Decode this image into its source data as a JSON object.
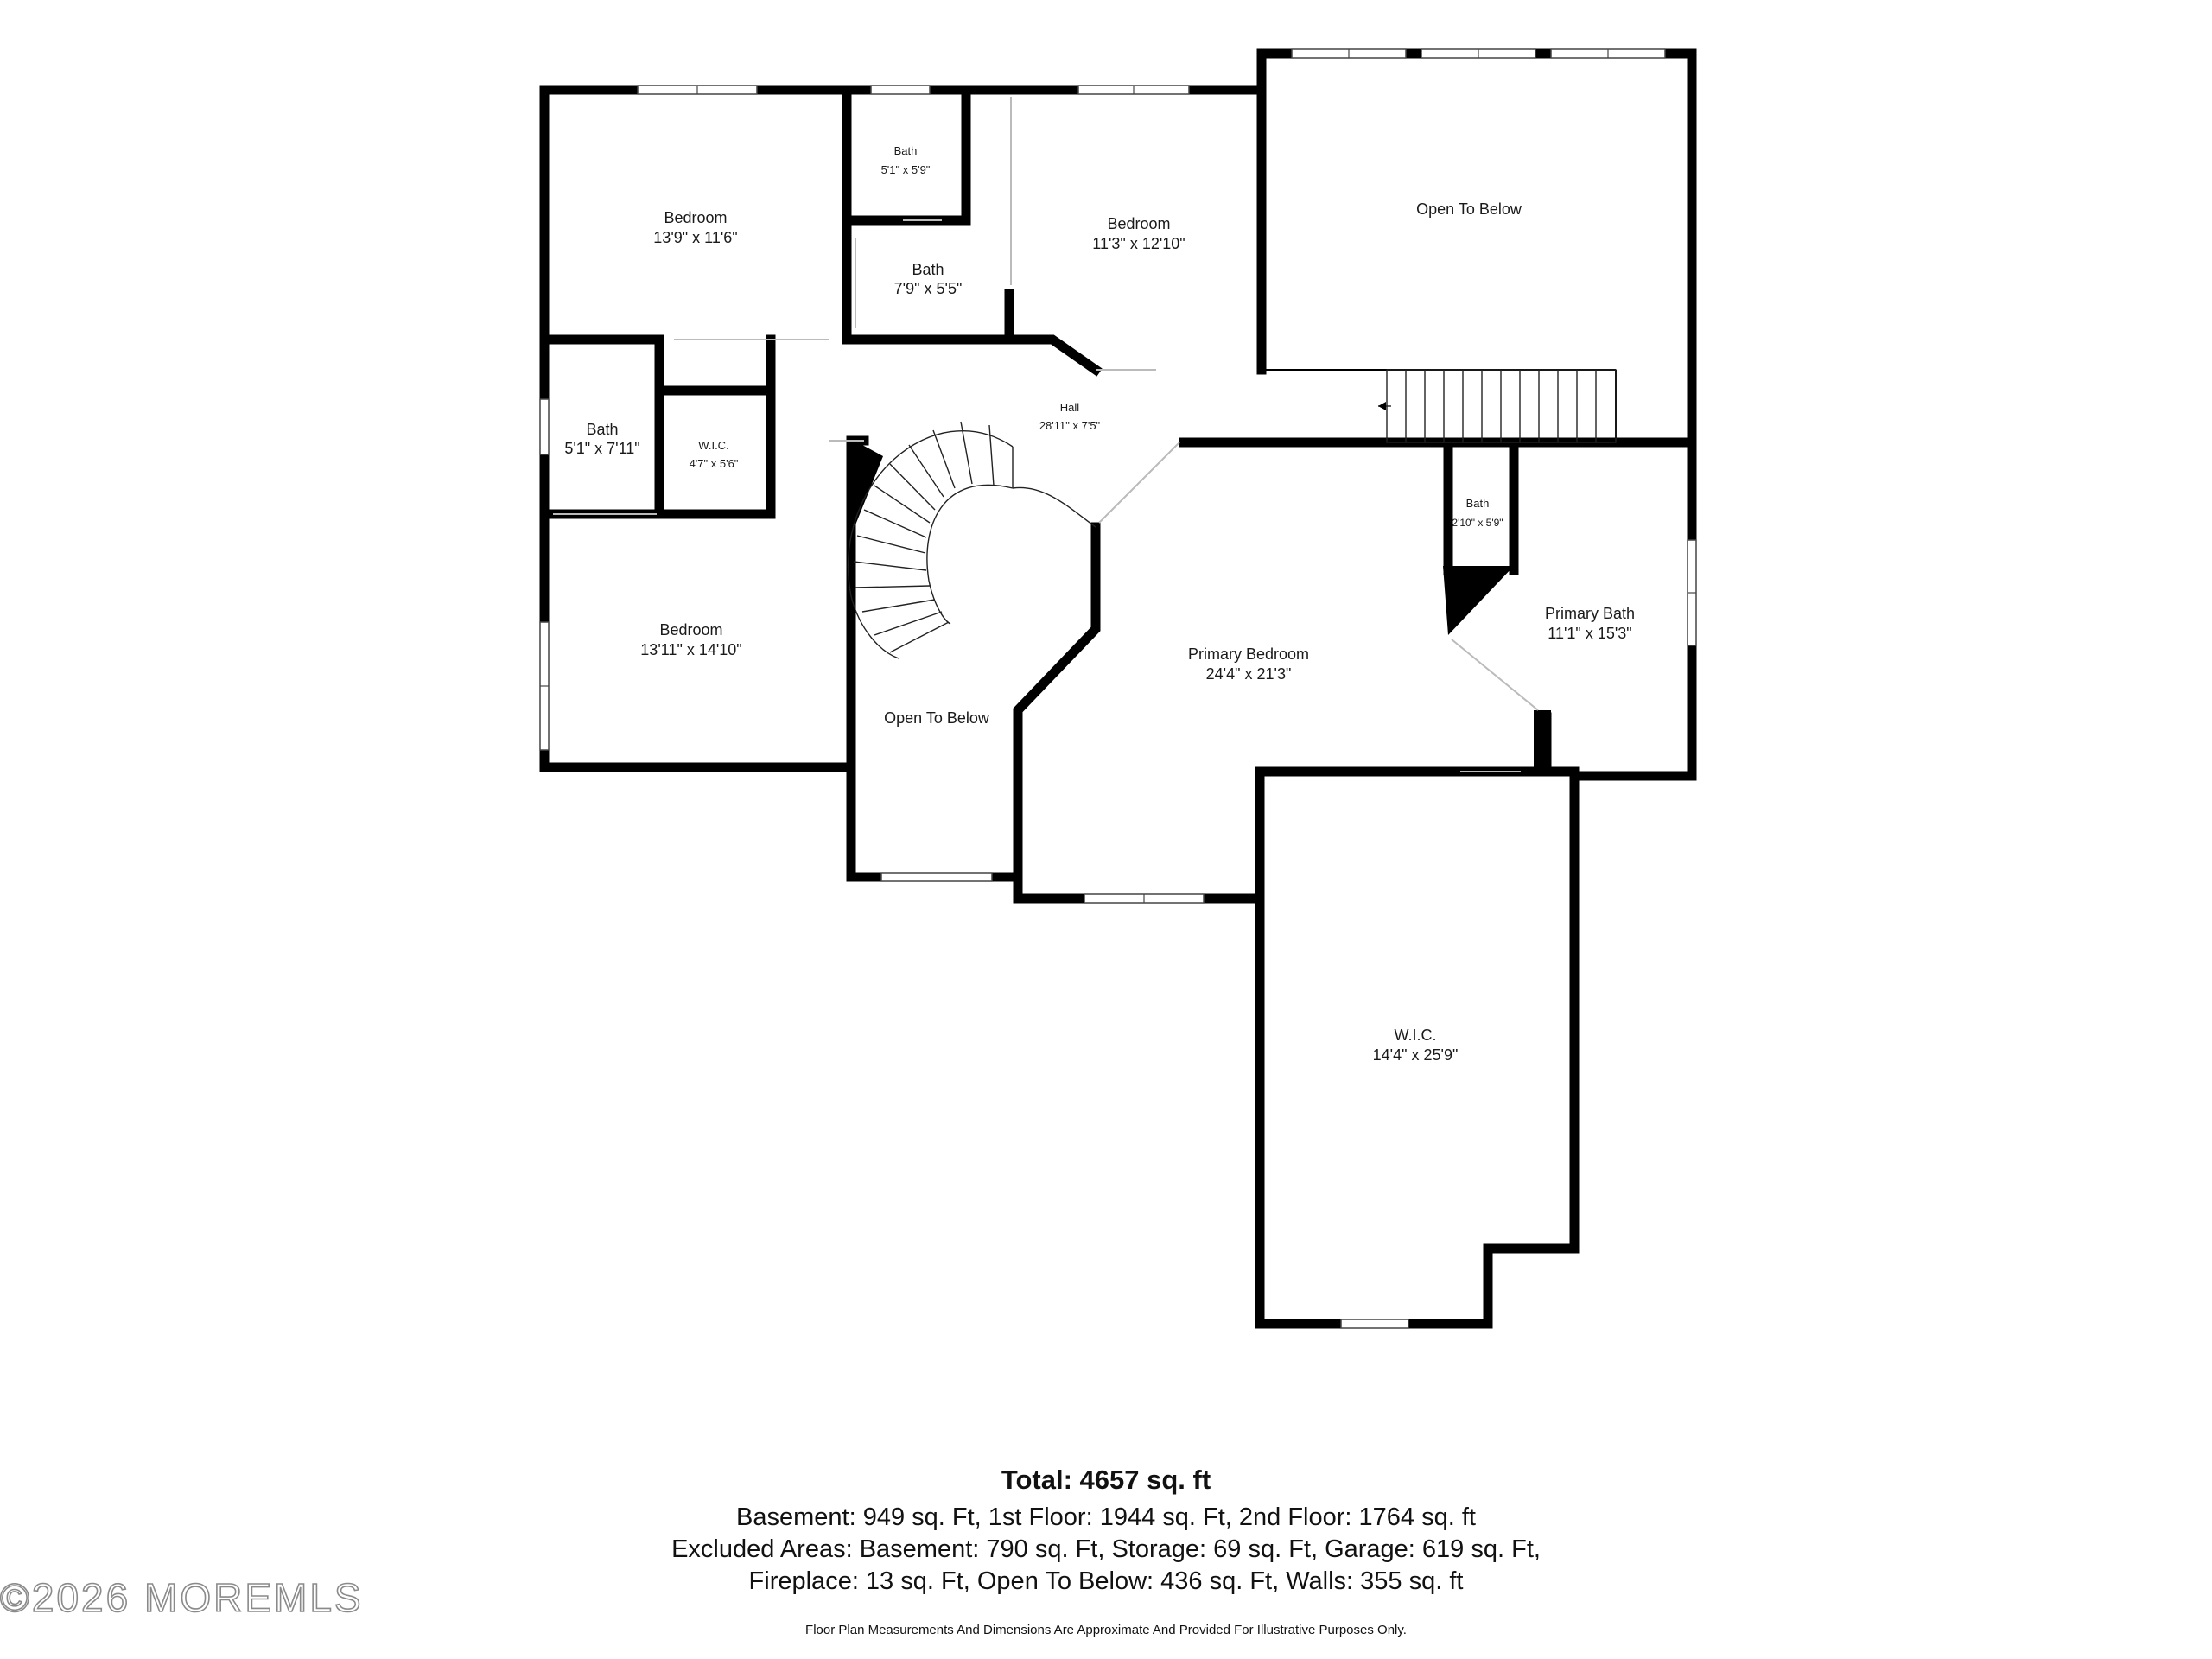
{
  "rooms": {
    "bedroom_nw": {
      "name": "Bedroom",
      "dims": "13'9\" x 11'6\""
    },
    "bath_top": {
      "name": "Bath",
      "dims": "5'1\" x 5'9\""
    },
    "bath_mid": {
      "name": "Bath",
      "dims": "7'9\" x 5'5\""
    },
    "bedroom_ne": {
      "name": "Bedroom",
      "dims": "11'3\" x 12'10\""
    },
    "open_ne": {
      "name": "Open To Below"
    },
    "hall": {
      "name": "Hall",
      "dims": "28'11\" x 7'5\""
    },
    "bath_west": {
      "name": "Bath",
      "dims": "5'1\" x 7'11\""
    },
    "wic_small": {
      "name": "W.I.C.",
      "dims": "4'7\" x 5'6\""
    },
    "bedroom_sw": {
      "name": "Bedroom",
      "dims": "13'11\" x 14'10\""
    },
    "open_center": {
      "name": "Open To Below"
    },
    "primary_bedroom": {
      "name": "Primary Bedroom",
      "dims": "24'4\" x 21'3\""
    },
    "bath_small": {
      "name": "Bath",
      "dims": "2'10\" x 5'9\""
    },
    "primary_bath": {
      "name": "Primary Bath",
      "dims": "11'1\" x 15'3\""
    },
    "wic_large": {
      "name": "W.I.C.",
      "dims": "14'4\" x 25'9\""
    }
  },
  "summary": {
    "total": "Total: 4657 sq. ft",
    "line1": "Basement: 949 sq. Ft, 1st Floor: 1944 sq. Ft, 2nd Floor: 1764 sq. ft",
    "line2": "Excluded Areas: Basement: 790 sq. Ft, Storage: 69 sq. Ft, Garage: 619 sq. Ft,",
    "line3": "Fireplace: 13 sq. Ft, Open To Below: 436 sq. Ft, Walls: 355 sq. ft",
    "disclaimer": "Floor Plan Measurements And Dimensions Are Approximate And Provided For Illustrative Purposes Only."
  },
  "watermark": "©2026 MOREMLS"
}
